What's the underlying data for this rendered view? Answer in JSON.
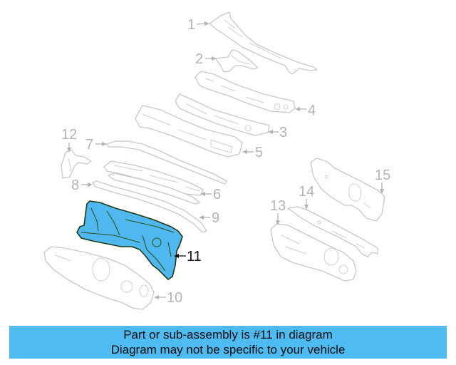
{
  "diagram": {
    "highlighted_part": "11",
    "highlight_color": "#4fb8f0",
    "callouts": [
      {
        "id": "1",
        "label": "1"
      },
      {
        "id": "2",
        "label": "2"
      },
      {
        "id": "3",
        "label": "3"
      },
      {
        "id": "4",
        "label": "4"
      },
      {
        "id": "5",
        "label": "5"
      },
      {
        "id": "6",
        "label": "6"
      },
      {
        "id": "7",
        "label": "7"
      },
      {
        "id": "8",
        "label": "8"
      },
      {
        "id": "9",
        "label": "9"
      },
      {
        "id": "10",
        "label": "10"
      },
      {
        "id": "11",
        "label": "11"
      },
      {
        "id": "12",
        "label": "12"
      },
      {
        "id": "13",
        "label": "13"
      },
      {
        "id": "14",
        "label": "14"
      },
      {
        "id": "15",
        "label": "15"
      }
    ]
  },
  "banner": {
    "line1": "Part or sub-assembly is #11 in diagram",
    "line2": "Diagram may not be specific to your vehicle",
    "background": "#4fbbf3"
  }
}
